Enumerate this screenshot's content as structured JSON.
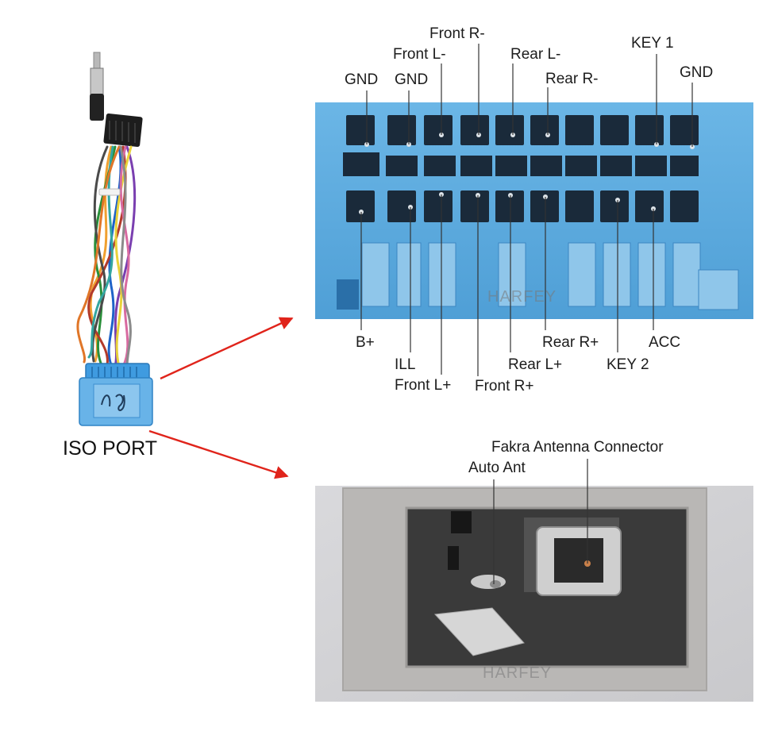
{
  "harness_label": "ISO PORT",
  "watermark": "HARFEY",
  "colors": {
    "connector_blue": "#5aa9dc",
    "fakra_gray": "#b5b3b1",
    "arrow_red": "#e0241b"
  },
  "top_pins": [
    {
      "id": "gnd1",
      "label": "GND"
    },
    {
      "id": "gnd2",
      "label": "GND"
    },
    {
      "id": "front_l_minus",
      "label": "Front L-"
    },
    {
      "id": "front_r_minus",
      "label": "Front R-"
    },
    {
      "id": "rear_l_minus",
      "label": "Rear L-"
    },
    {
      "id": "rear_r_minus",
      "label": "Rear R-"
    },
    {
      "id": "key1",
      "label": "KEY 1"
    },
    {
      "id": "gnd3",
      "label": "GND"
    }
  ],
  "bottom_pins": [
    {
      "id": "b_plus",
      "label": "B+"
    },
    {
      "id": "ill",
      "label": "ILL"
    },
    {
      "id": "front_l_plus",
      "label": "Front L+"
    },
    {
      "id": "front_r_plus",
      "label": "Front R+"
    },
    {
      "id": "rear_l_plus",
      "label": "Rear L+"
    },
    {
      "id": "rear_r_plus",
      "label": "Rear R+"
    },
    {
      "id": "key2",
      "label": "KEY 2"
    },
    {
      "id": "acc",
      "label": "ACC"
    }
  ],
  "antenna_pins": [
    {
      "id": "fakra",
      "label": "Fakra Antenna Connector"
    },
    {
      "id": "auto_ant",
      "label": "Auto Ant"
    }
  ]
}
